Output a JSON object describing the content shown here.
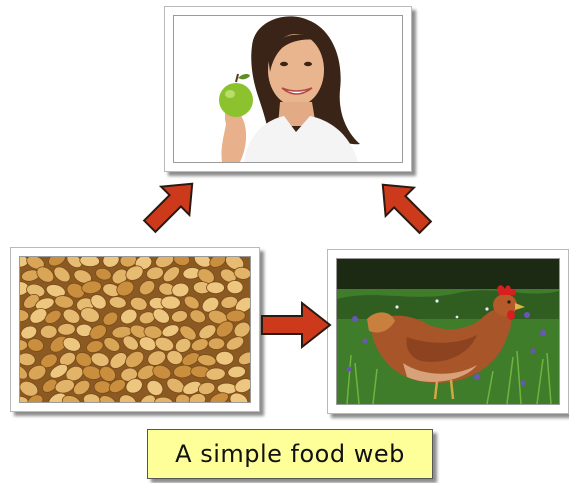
{
  "caption": "A simple food web",
  "colors": {
    "arrow_fill": "#cc3a1b",
    "arrow_outline": "#2a1a12",
    "caption_background": "#ffff99"
  },
  "images": {
    "person": "woman-with-apple-photo",
    "wheat": "wheat-grains-photo",
    "hen": "hen-in-grass-photo"
  },
  "arrows": [
    {
      "from": "wheat",
      "to": "person"
    },
    {
      "from": "wheat",
      "to": "hen"
    },
    {
      "from": "hen",
      "to": "person"
    }
  ]
}
